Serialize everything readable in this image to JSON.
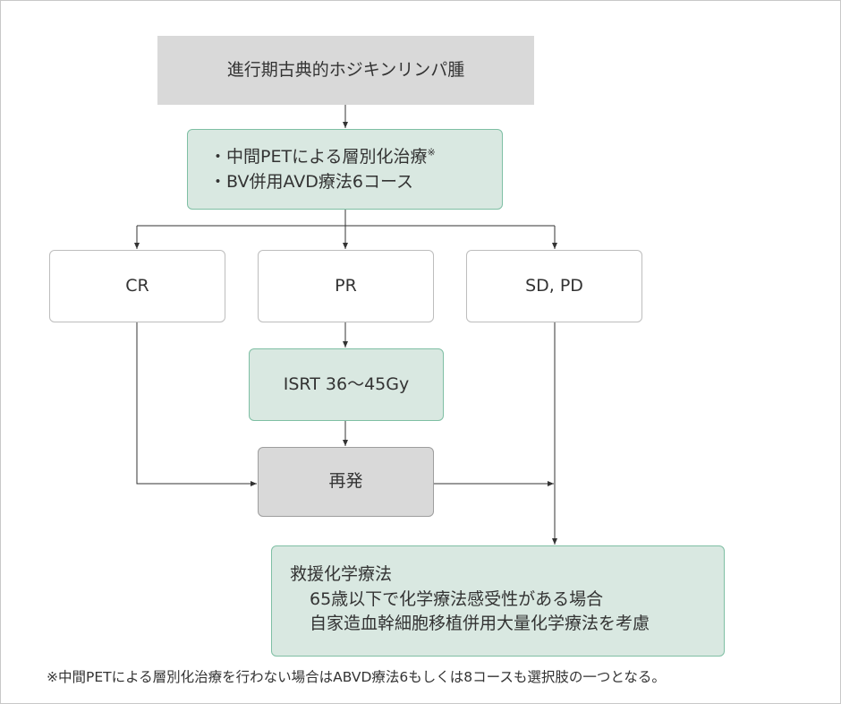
{
  "flow": {
    "diagnosis": "進行期古典的ホジキンリンパ腫",
    "initial_treatment": {
      "line1": "・中間PETによる層別化治療",
      "line1_mark": "※",
      "line2": "・BV併用AVD療法6コース"
    },
    "response_cr": "CR",
    "response_pr": "PR",
    "response_sdpd": "SD, PD",
    "isrt": "ISRT 36〜45Gy",
    "relapse": "再発",
    "salvage": {
      "line1": "救援化学療法",
      "line2": "65歳以下で化学療法感受性がある場合",
      "line3": "自家造血幹細胞移植併用大量化学療法を考慮"
    }
  },
  "footnote": "※中間PETによる層別化治療を行わない場合はABVD療法6もしくは8コースも選択肢の一つとなる。",
  "colors": {
    "green_fill": "#d9e8e1",
    "green_border": "#7fbfa4",
    "gray_fill": "#d9d9d9",
    "line": "#333333"
  }
}
